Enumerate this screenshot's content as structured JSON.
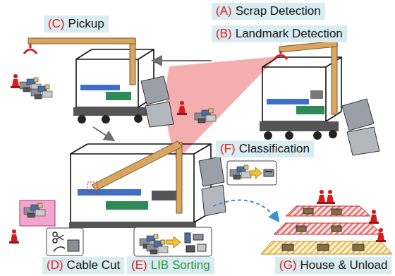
{
  "diagram": {
    "nodes": [
      {
        "text": [
          "(A)",
          "Scrap Detection"
        ]
      },
      {
        "text": [
          "(B)",
          "Landmark Detection"
        ]
      },
      {
        "text": [
          "(C)",
          "Pickup"
        ]
      },
      {
        "text": [
          "(F)",
          "Classification"
        ]
      },
      {
        "text": [
          "(D)",
          "Cable Cut"
        ]
      },
      {
        "text": [
          "(E)",
          "LIB Sorting"
        ]
      },
      {
        "text": [
          "(G)",
          "House & Unload"
        ]
      }
    ]
  }
}
